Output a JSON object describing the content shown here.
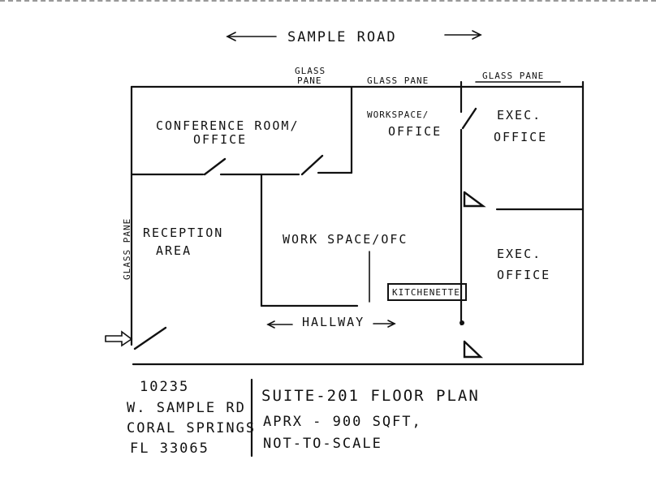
{
  "road": {
    "label": "SAMPLE ROAD"
  },
  "glass_labels": {
    "top_left_line1": "GLASS",
    "top_left_line2": "PANE",
    "top_middle": "GLASS PANE",
    "top_right": "GLASS PANE",
    "left_side": "GLASS PANE"
  },
  "rooms": {
    "conference_line1": "CONFERENCE ROOM/",
    "conference_line2": "OFFICE",
    "workspace_top_line1": "WORKSPACE/",
    "workspace_top_line2": "OFFICE",
    "exec_top_line1": "EXEC.",
    "exec_top_line2": "OFFICE",
    "reception_line1": "RECEPTION",
    "reception_line2": "AREA",
    "workspace_main": "WORK SPACE/OFC",
    "exec_bottom_line1": "EXEC.",
    "exec_bottom_line2": "OFFICE",
    "kitchenette": "KITCHENETTE",
    "hallway": "HALLWAY"
  },
  "address": {
    "line1": "10235",
    "line2": "W. SAMPLE RD",
    "line3": "CORAL SPRINGS",
    "line4": "FL 33065"
  },
  "info": {
    "line1": "SUITE-201 FLOOR PLAN",
    "line2": "APRX - 900 SQFT,",
    "line3": "NOT-TO-SCALE"
  }
}
